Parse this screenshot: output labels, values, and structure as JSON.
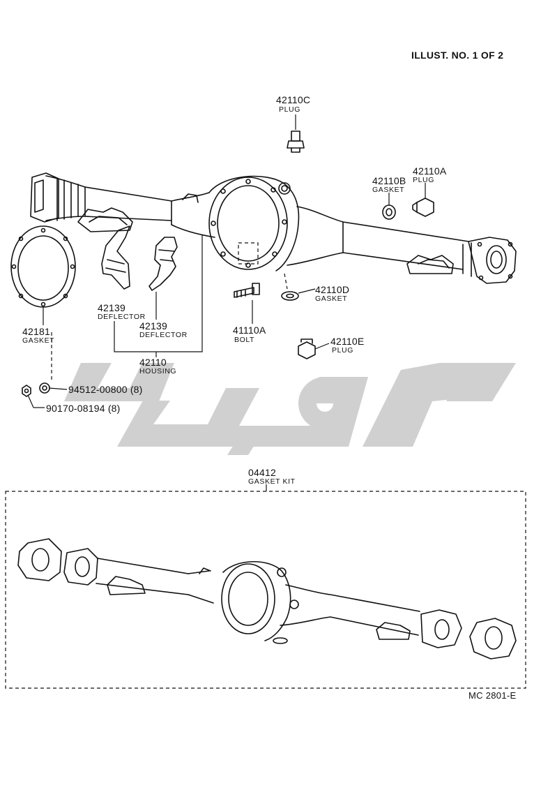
{
  "header": {
    "illust_label": "ILLUST. NO. 1 OF 2"
  },
  "footer": {
    "ref_code": "MC 2801-E"
  },
  "parts": [
    {
      "number": "42110C",
      "name": "PLUG"
    },
    {
      "number": "42110B",
      "name": "GASKET"
    },
    {
      "number": "42110A",
      "name": "PLUG"
    },
    {
      "number": "42139",
      "name": "DEFLECTOR"
    },
    {
      "number": "42139",
      "name": "DEFLECTOR"
    },
    {
      "number": "42110",
      "name": "HOUSING"
    },
    {
      "number": "42181",
      "name": "GASKET"
    },
    {
      "number": "41110A",
      "name": "BOLT"
    },
    {
      "number": "42110D",
      "name": "GASKET"
    },
    {
      "number": "42110E",
      "name": "PLUG"
    },
    {
      "number": "04412",
      "name": "GASKET KIT"
    }
  ],
  "fasteners": [
    {
      "label": "94512-00800 (8)"
    },
    {
      "label": "90170-08194 (8)"
    }
  ],
  "colors": {
    "ink": "#111111",
    "watermark": "#c8c8c8"
  }
}
